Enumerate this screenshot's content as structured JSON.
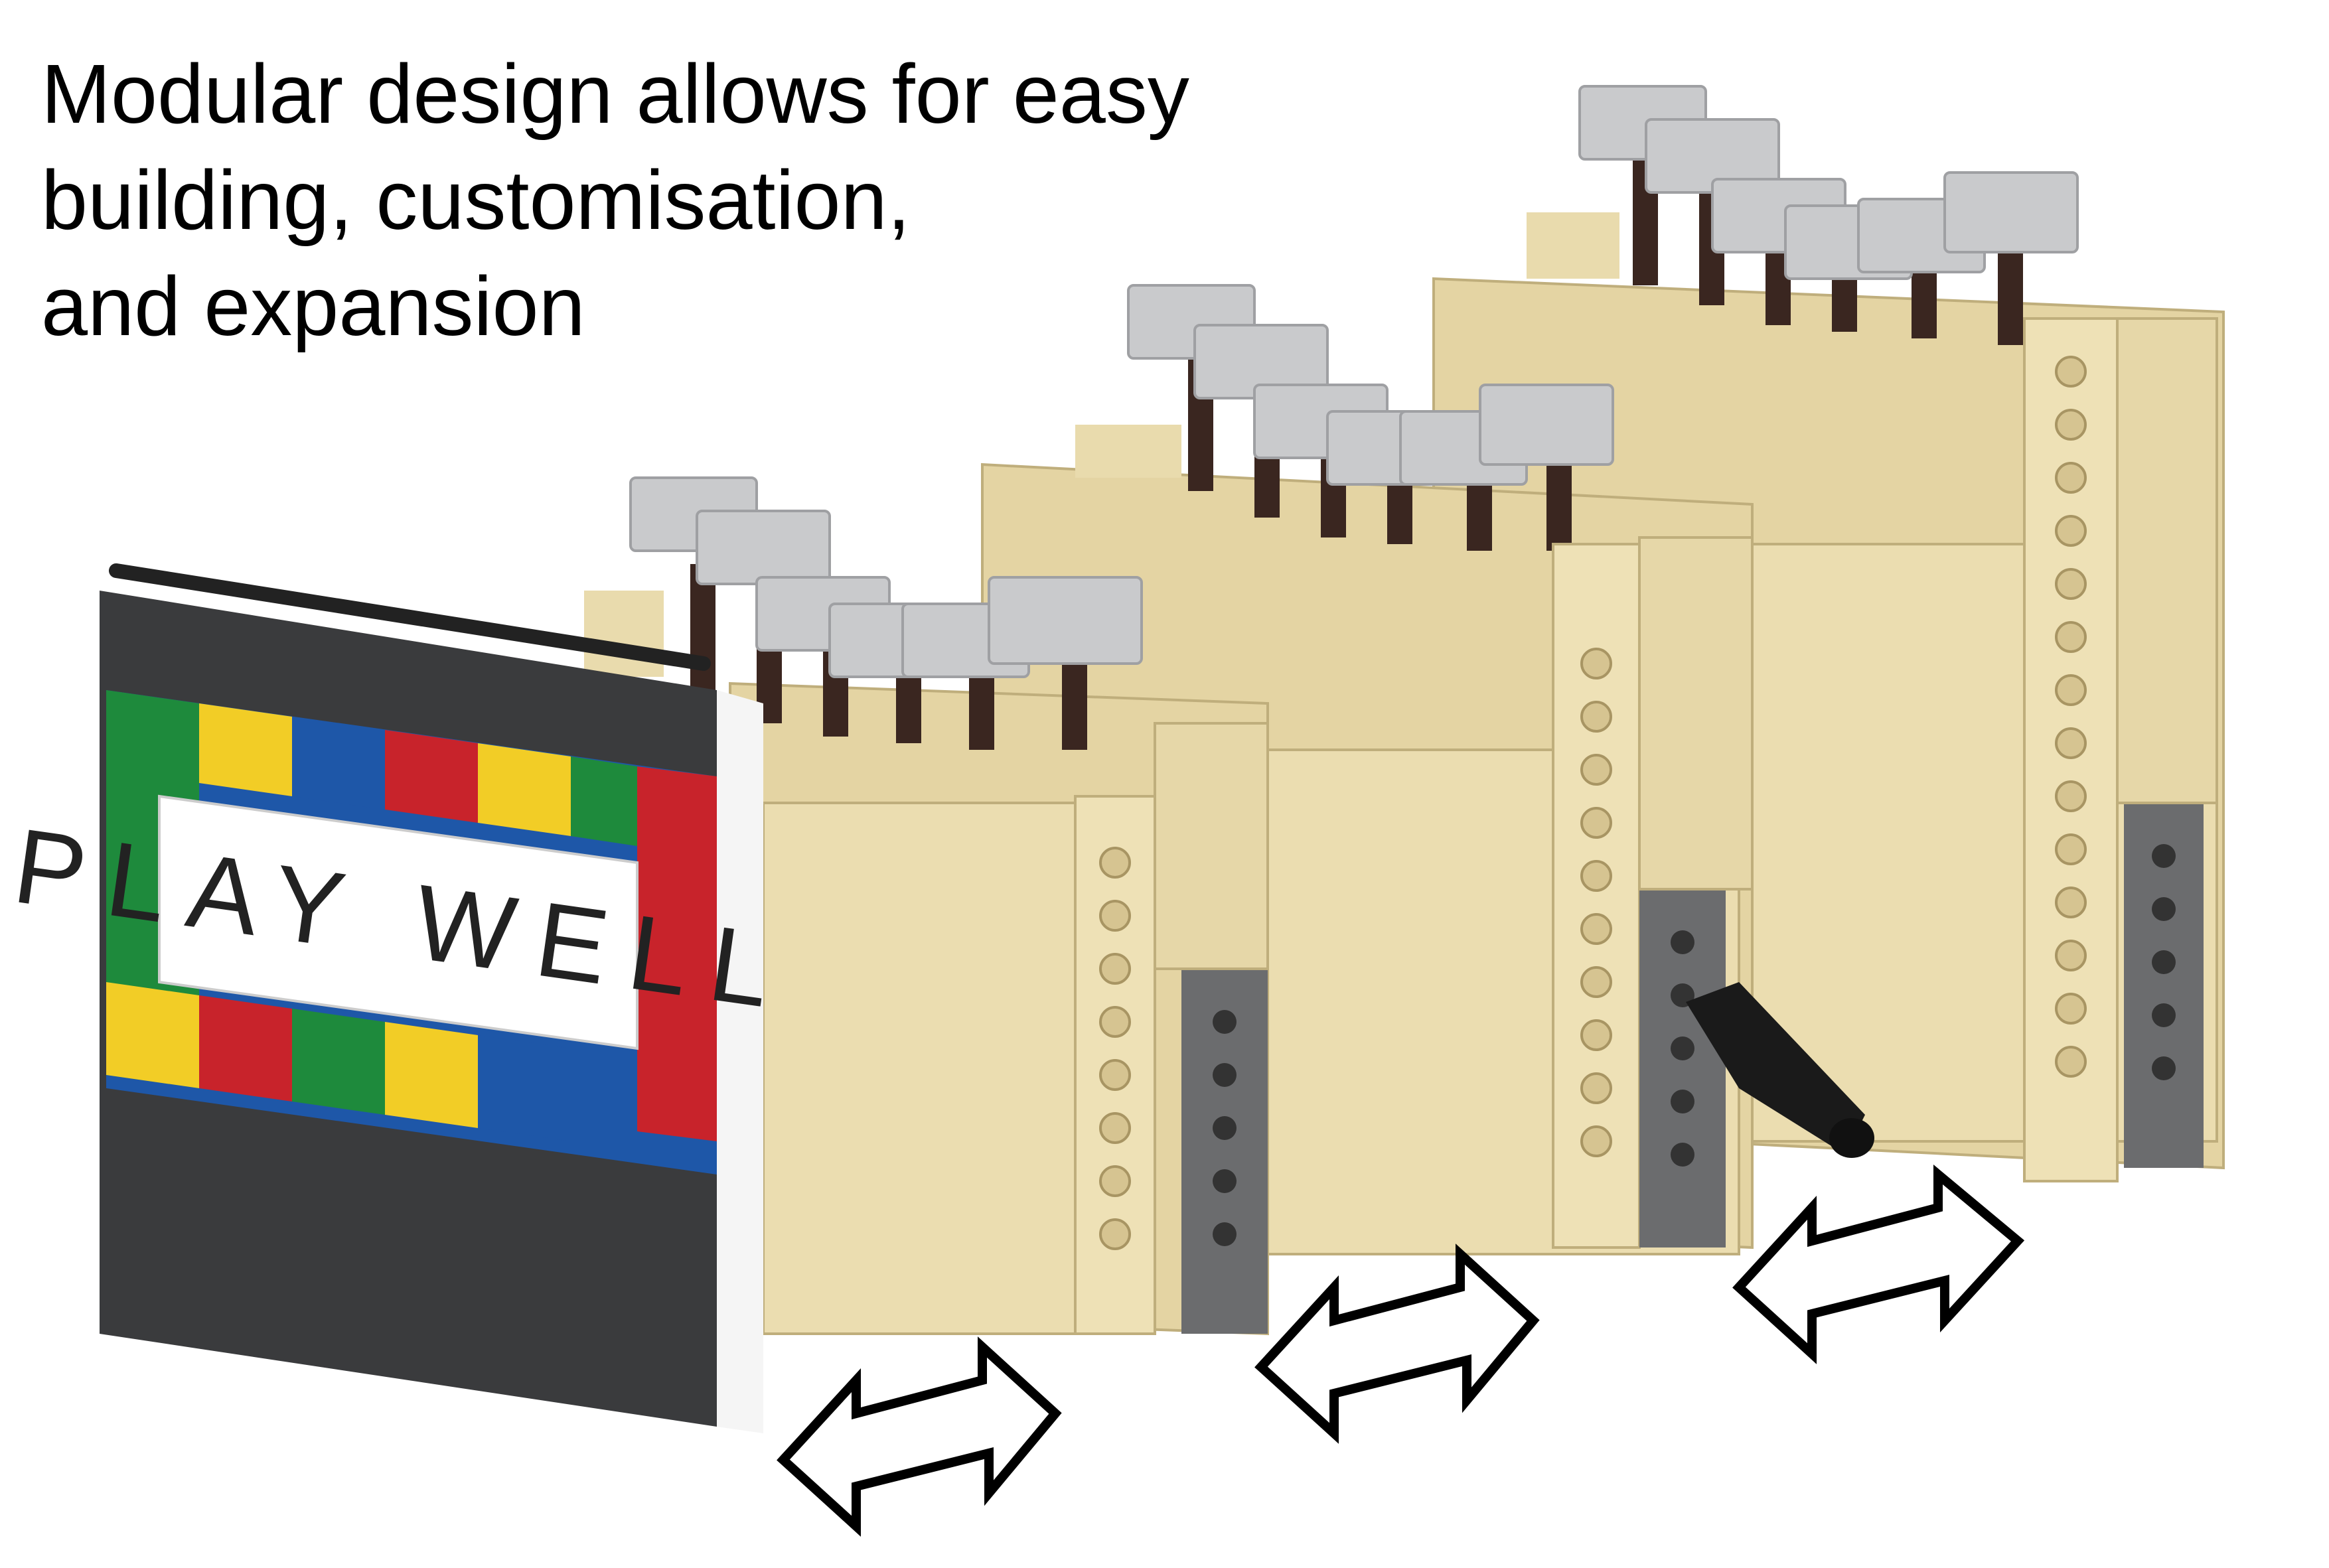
{
  "caption": {
    "lines": [
      "Modular design allows for easy",
      "building, customisation,",
      "and expansion"
    ]
  },
  "sign": {
    "text": "PLAY WELL"
  },
  "colors": {
    "tan": "#EBDDB0",
    "tan_dark": "#CDBB8A",
    "tan_shadow": "#B9A675",
    "light_gray": "#C9CACC",
    "dark_gray": "#6B6C6E",
    "black_gray": "#3A3B3D",
    "brown_axle": "#3A2620",
    "red": "#C8232B",
    "yellow": "#F2CD26",
    "green": "#1E8A3C",
    "blue": "#1E57A8",
    "arrow_stroke": "#000000"
  },
  "icons": [
    "double-arrow-icon",
    "double-arrow-icon",
    "double-arrow-icon"
  ]
}
